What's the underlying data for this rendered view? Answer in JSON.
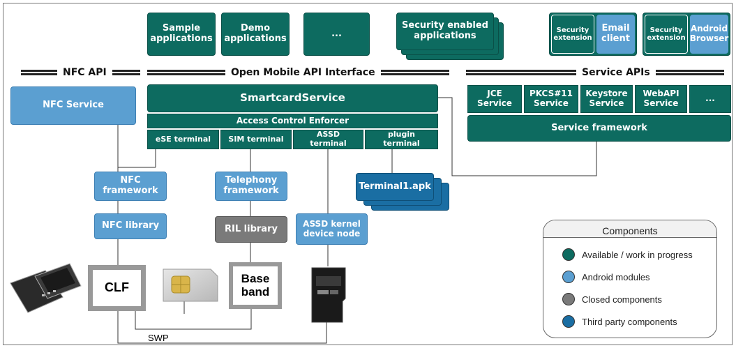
{
  "top_apps": [
    "Sample\napplications",
    "Demo\napplications",
    "...",
    "Security enabled\napplications"
  ],
  "security_boxes": [
    {
      "ext": "Security\nextension",
      "app": "Email\nclient"
    },
    {
      "ext": "Security\nextension",
      "app": "Android\nBrowser"
    }
  ],
  "headers": {
    "nfc_api": "NFC API",
    "open_mobile": "Open Mobile API Interface",
    "service_apis": "Service APIs"
  },
  "nfc": {
    "service": "NFC Service",
    "framework": "NFC\nframework",
    "library": "NFC library"
  },
  "smartcard": {
    "service": "SmartcardService",
    "ace": "Access Control Enforcer",
    "terminals": [
      "eSE terminal",
      "SIM terminal",
      "ASSD\nterminal",
      "plugin\nterminal"
    ]
  },
  "telephony": {
    "framework": "Telephony\nframework",
    "ril": "RIL library"
  },
  "assd_kernel": "ASSD kernel\ndevice node",
  "terminal_apk": "Terminal1.apk",
  "services": [
    "JCE\nService",
    "PKCS#11\nService",
    "Keystore\nService",
    "WebAPI\nService",
    "..."
  ],
  "service_framework": "Service framework",
  "hardware": {
    "clf": "CLF",
    "baseband": "Base\nband",
    "swp": "SWP"
  },
  "legend": {
    "title": "Components",
    "items": [
      {
        "label": "Available / work in progress",
        "color": "#0d6b60"
      },
      {
        "label": "Android modules",
        "color": "#5b9fd1"
      },
      {
        "label": "Closed components",
        "color": "#7a7a7a"
      },
      {
        "label": "Third party components",
        "color": "#1a6ea3"
      }
    ]
  },
  "colors": {
    "teal": "#0d6b60",
    "light_blue": "#5b9fd1",
    "gray": "#7a7a7a",
    "dark_blue": "#1a6ea3"
  }
}
